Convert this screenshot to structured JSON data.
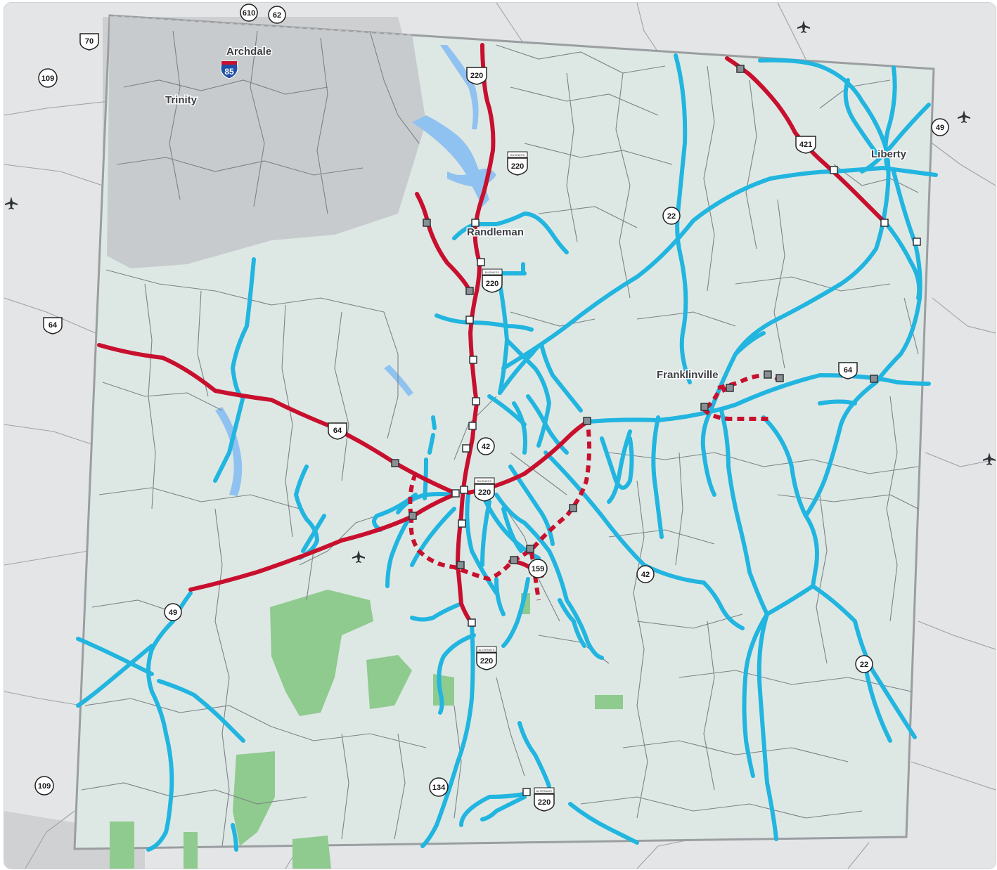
{
  "map": {
    "towns": [
      {
        "id": "archdale",
        "label": "Archdale"
      },
      {
        "id": "trinity",
        "label": "Trinity"
      },
      {
        "id": "randleman",
        "label": "Randleman"
      },
      {
        "id": "franklinville",
        "label": "Franklinville"
      },
      {
        "id": "liberty",
        "label": "Liberty"
      }
    ],
    "route_shields": [
      {
        "id": "us-70",
        "type": "us",
        "label": "70"
      },
      {
        "id": "nc-610",
        "type": "state",
        "label": "610"
      },
      {
        "id": "nc-62",
        "type": "state",
        "label": "62"
      },
      {
        "id": "i-85",
        "type": "interstate",
        "label": "85"
      },
      {
        "id": "nc-109-north",
        "type": "state",
        "label": "109"
      },
      {
        "id": "us-220-north",
        "type": "us",
        "label": "220"
      },
      {
        "id": "bus-220-north",
        "type": "us-business",
        "label": "220",
        "banner": "BUSINESS"
      },
      {
        "id": "nc-22-north",
        "type": "state",
        "label": "22"
      },
      {
        "id": "us-421",
        "type": "us",
        "label": "421"
      },
      {
        "id": "nc-49-northeast",
        "type": "state",
        "label": "49"
      },
      {
        "id": "bus-220-randleman",
        "type": "us-business",
        "label": "220",
        "banner": "BUSINESS"
      },
      {
        "id": "us-64-west",
        "type": "us",
        "label": "64"
      },
      {
        "id": "us-64-central",
        "type": "us",
        "label": "64"
      },
      {
        "id": "nc-42-asheboro",
        "type": "state",
        "label": "42"
      },
      {
        "id": "bus-220-asheboro",
        "type": "us-business",
        "label": "220",
        "banner": "BUSINESS"
      },
      {
        "id": "us-64-east",
        "type": "us",
        "label": "64"
      },
      {
        "id": "nc-159",
        "type": "state",
        "label": "159"
      },
      {
        "id": "nc-42-south",
        "type": "state",
        "label": "42"
      },
      {
        "id": "nc-49-south",
        "type": "state",
        "label": "49"
      },
      {
        "id": "alt-220-north",
        "type": "us-alternate",
        "label": "220",
        "banner": "ALTERNATE"
      },
      {
        "id": "nc-22-south",
        "type": "state",
        "label": "22"
      },
      {
        "id": "nc-109-south",
        "type": "state",
        "label": "109"
      },
      {
        "id": "nc-134",
        "type": "state",
        "label": "134"
      },
      {
        "id": "alt-220-south",
        "type": "us-alternate",
        "label": "220",
        "banner": "ALTERNATE"
      }
    ],
    "airport_icons": [
      "airport-icon",
      "airport-icon",
      "airport-icon",
      "airport-icon",
      "airport-icon"
    ],
    "colors": {
      "county_fill": "#dde8e4",
      "outside_fill": "#e3e5e6",
      "urban_fill": "#c5c8ca",
      "freeway_red": "#c8102e",
      "highway_blue": "#21b5e0",
      "water": "#8fc2f0",
      "park_green": "#8fca8e",
      "county_border": "#9a9ea1"
    }
  }
}
